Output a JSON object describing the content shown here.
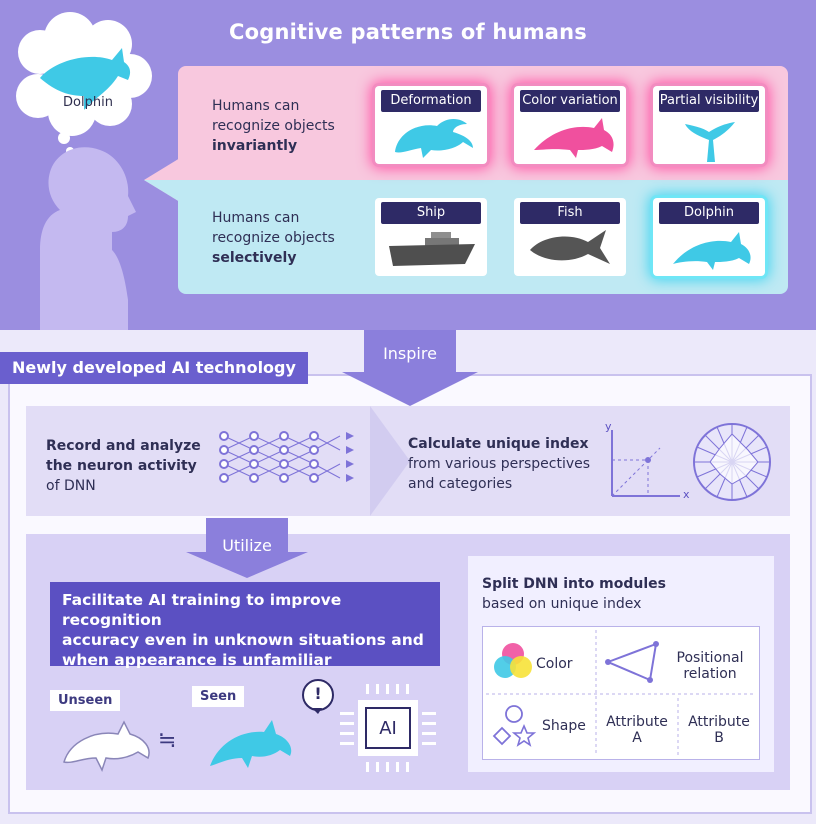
{
  "header": {
    "title": "Cognitive patterns of humans"
  },
  "thought": {
    "label": "Dolphin"
  },
  "invariant": {
    "line1": "Humans can",
    "line2": "recognize objects",
    "emphasis": "invariantly",
    "cards": [
      "Deformation",
      "Color variation",
      "Partial visibility"
    ]
  },
  "selective": {
    "line1": "Humans can",
    "line2": "recognize objects",
    "emphasis": "selectively",
    "cards": [
      "Ship",
      "Fish",
      "Dolphin"
    ]
  },
  "inspire": {
    "label": "Inspire"
  },
  "section": {
    "title": "Newly developed AI technology"
  },
  "record": {
    "line1": "Record and analyze",
    "line2": "the neuron activity",
    "line3": "of DNN"
  },
  "calc": {
    "line1": "Calculate unique index",
    "line2": "from various perspectives",
    "line3": "and categories",
    "axis_y": "y",
    "axis_x": "x"
  },
  "utilize": {
    "label": "Utilize"
  },
  "facilitate": {
    "line1": "Facilitate AI training to improve recognition",
    "line2": "accuracy even in unknown situations and",
    "line3": "when appearance is unfamiliar"
  },
  "compare": {
    "unseen": "Unseen",
    "seen": "Seen",
    "approx": "≒",
    "alert": "!",
    "chip": "AI"
  },
  "modules": {
    "title": "Split DNN into modules",
    "subtitle": "based on unique index",
    "color": "Color",
    "positional1": "Positional",
    "positional2": "relation",
    "shape": "Shape",
    "attrA1": "Attribute",
    "attrA2": "A",
    "attrB1": "Attribute",
    "attrB2": "B"
  },
  "colors": {
    "purple": "#9b8ee0",
    "pink": "#f8c8de",
    "cyan": "#bfe9f3",
    "dark": "#5b50c2",
    "dolphin": "#3fc9e6",
    "magenta": "#f0509e"
  }
}
